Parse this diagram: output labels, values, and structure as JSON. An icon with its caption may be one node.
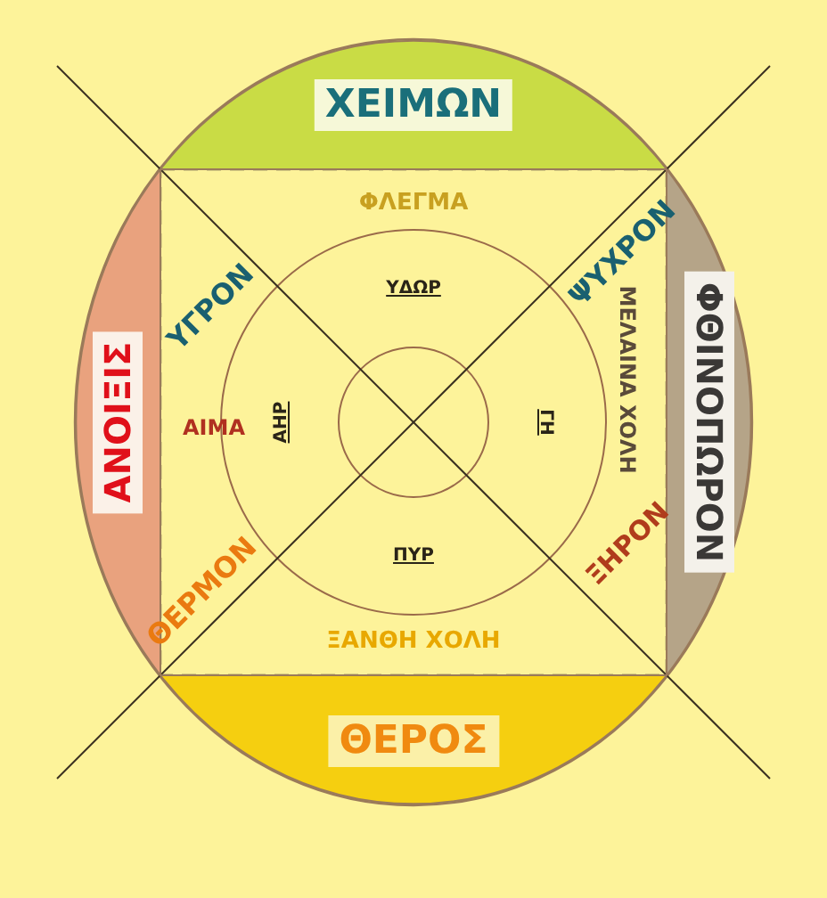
{
  "diagram": {
    "nodes": [
      {
        "text": [
          "ΧΕΙΜΩΝ"
        ]
      },
      {
        "text": [
          "ΑΝΟΙΞΙΣ"
        ]
      },
      {
        "text": [
          "ΦΘΙΝΟΠΩΡΟΝ"
        ]
      },
      {
        "text": [
          "ΘΕΡΟΣ"
        ]
      }
    ],
    "labels": [
      "ΥΓΡΟΝ",
      "ΨΥΧΡΟΝ",
      "ΦΛΕΓΜΑ",
      "ΥΔΩΡ",
      "ΑΙΜΑ",
      "ΑΗΡ",
      "ΓΗ",
      "ΜΕΛΑΙΝΑ ΧΟΛΗ",
      "ΠΥΡ",
      "ΘΕΡΜΟΝ",
      "ΞΗΡΟΝ",
      "ΞΑΝΘΗ ΧΟΛΗ"
    ]
  }
}
